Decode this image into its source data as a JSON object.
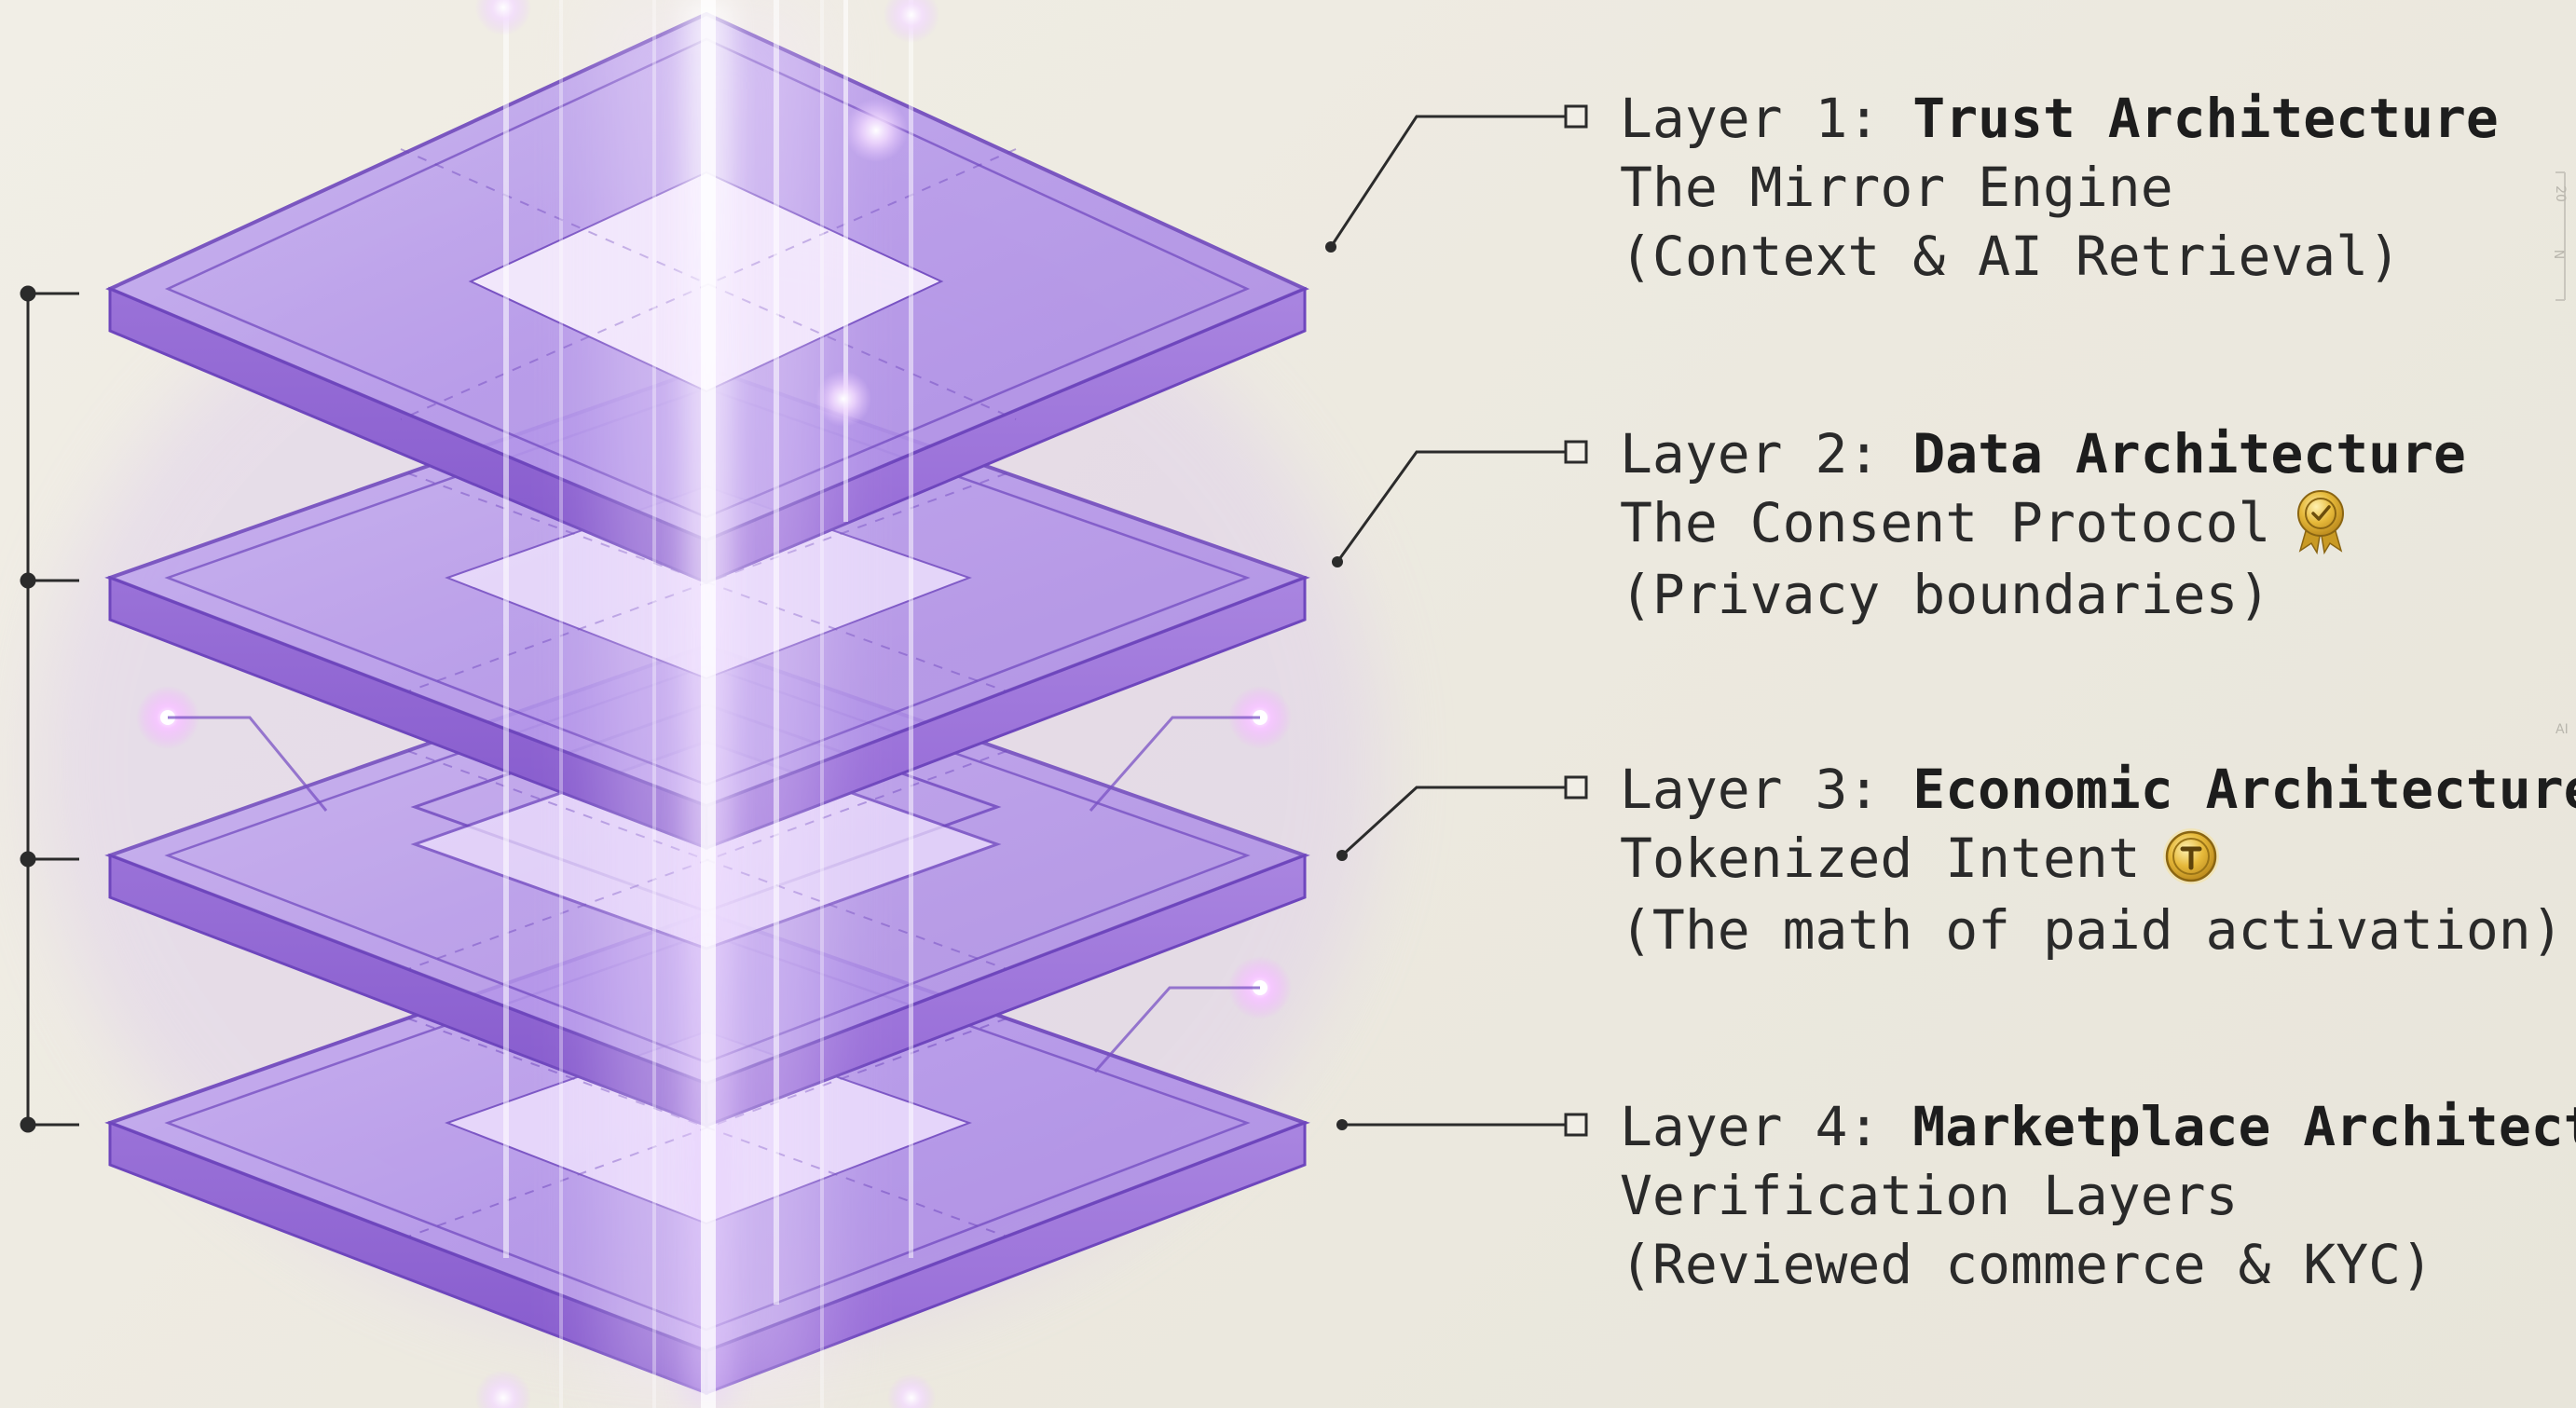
{
  "layers": [
    {
      "prefix": "Layer 1: ",
      "name": "Trust Architecture",
      "line1": "The Mirror Engine",
      "line2": "(Context & AI Retrieval)",
      "badge": null
    },
    {
      "prefix": "Layer 2: ",
      "name": "Data Architecture",
      "line1": "The Consent Protocol",
      "line2": "(Privacy boundaries)",
      "badge": "award-ribbon-icon"
    },
    {
      "prefix": "Layer 3: ",
      "name": "Economic Architecture",
      "line1": "Tokenized Intent",
      "line2": "(The math of paid activation)",
      "badge": "gold-token-coin-icon"
    },
    {
      "prefix": "Layer 4: ",
      "name": "Marketplace Architecture",
      "line1": "Verification Layers",
      "line2": "(Reviewed commerce & KYC)",
      "badge": null
    }
  ],
  "colors": {
    "background": "#efece3",
    "layer_fill": "#b99be8",
    "layer_edge": "#7a52c4",
    "glow": "#e8c8ff",
    "text": "#2a2a2a",
    "badge_gold": "#d9a92c"
  },
  "side_marks": [
    "20",
    "N",
    "AI"
  ]
}
